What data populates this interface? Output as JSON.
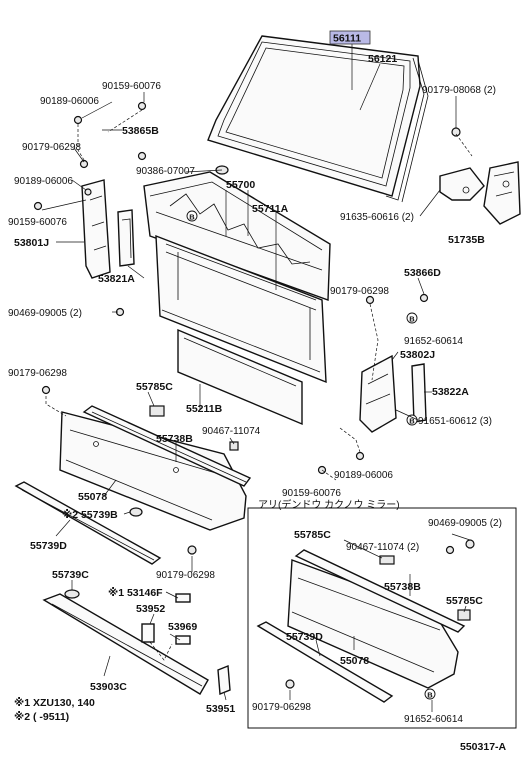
{
  "labels": {
    "p56111": "56111",
    "p56121": "56121",
    "p90179_08068": "90179-08068 (2)",
    "p90159_60076_a": "90159-60076",
    "p90189_06006_a": "90189-06006",
    "p53865b": "53865B",
    "p90179_06298_a": "90179-06298",
    "p90189_06006_b": "90189-06006",
    "p90159_60076_b": "90159-60076",
    "p90386_07007": "90386-07007",
    "p55700": "55700",
    "p55711a": "55711A",
    "p91635_60616": "91635-60616 (2)",
    "p51735b": "51735B",
    "p53801j": "53801J",
    "p53821a": "53821A",
    "p53866d": "53866D",
    "p90179_06298_b": "90179-06298",
    "p90469_09005_a": "90469-09005 (2)",
    "p91652_60614_a": "91652-60614",
    "p53802j": "53802J",
    "p90179_06298_c": "90179-06298",
    "p55785c_a": "55785C",
    "p53822a": "53822A",
    "p91651_60612": "91651-60612 (3)",
    "p55211b": "55211B",
    "p90467_11074_a": "90467-11074",
    "p55738b_a": "55738B",
    "p90189_06006_c": "90189-06006",
    "p55078_a": "55078",
    "p90159_60076_c": "90159-60076",
    "mirror_note": "アリ(デンドウ カクノウ ミラー)",
    "p55739b": "※2 55739B",
    "p55739d_a": "55739D",
    "p90179_06298_d": "90179-06298",
    "p55785c_b": "55785C",
    "p90469_09005_b": "90469-09005 (2)",
    "p90467_11074_b": "90467-11074 (2)",
    "p55739c": "55739C",
    "p53146f": "※1 53146F",
    "p55738b_b": "55738B",
    "p55785c_c": "55785C",
    "p53952": "53952",
    "p53969": "53969",
    "p55739d_b": "55739D",
    "p55078_b": "55078",
    "p53903c": "53903C",
    "p53951": "53951",
    "p90179_06298_e": "90179-06298",
    "p91652_60614_b": "91652-60614",
    "b_glyph": "B",
    "note1": "※1 XZU130, 140",
    "note2": "※2 (    -9511)",
    "diagram_id": "550317-A"
  },
  "colors": {
    "highlight": "#b9b9e6",
    "ink": "#111111"
  }
}
